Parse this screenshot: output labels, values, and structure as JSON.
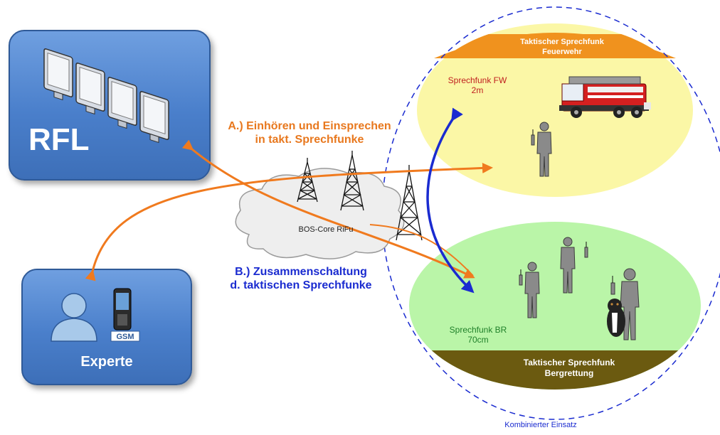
{
  "rfl": {
    "label": "RFL"
  },
  "experte": {
    "label": "Experte",
    "phone_logo": "GSM"
  },
  "links": {
    "a": "A.) Einhören und Einsprechen\nin takt. Sprechfunke",
    "b": "B.) Zusammenschaltung\nd. taktischen Sprechfunke"
  },
  "core": {
    "label": "BOS-Core RiFu"
  },
  "feuerwehr": {
    "band": "Taktischer Sprechfunk\nFeuerwehr",
    "channel": "Sprechfunk FW\n2m"
  },
  "bergrettung": {
    "channel": "Sprechfunk BR\n70cm",
    "band": "Taktischer Sprechfunk\nBergrettung"
  },
  "combined": {
    "label": "Kombinierter Einsatz"
  },
  "colors": {
    "box_blue": "#4a7fcb",
    "orange_arrow": "#f07a1e",
    "blue_arrow": "#1a2bd0",
    "fw_band": "#f0921e",
    "fw_zone": "#fbf7a6",
    "br_zone": "#baf5a8",
    "br_band": "#6b5a10"
  },
  "icons": [
    "monitor-icon",
    "person-icon",
    "mobile-phone-icon",
    "radio-tower-icon",
    "cloud-icon",
    "fire-truck-icon",
    "radio-operator-icon",
    "dog-icon"
  ]
}
